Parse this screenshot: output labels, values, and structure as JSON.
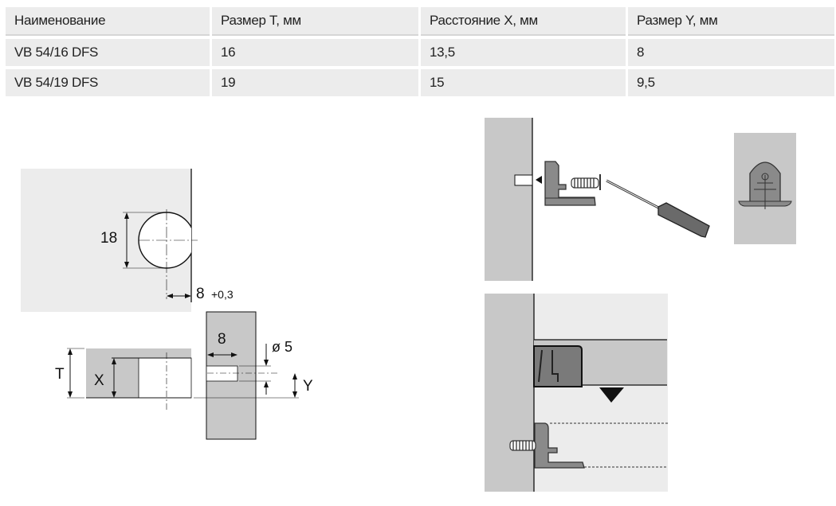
{
  "table": {
    "headers": [
      "Наименование",
      "Размер T, мм",
      "Расстояние X, мм",
      "Размер Y, мм"
    ],
    "rows": [
      [
        "VB 54/16 DFS",
        "16",
        "13,5",
        "8"
      ],
      [
        "VB 54/19 DFS",
        "19",
        "15",
        "9,5"
      ]
    ]
  },
  "drawing": {
    "diameter_label": "18",
    "edge_offset_label": "8",
    "edge_tolerance_label": "+0,3",
    "t_label": "T",
    "x_label": "X",
    "depth_label": "8",
    "hole_diameter_label": "ø 5",
    "y_label": "Y"
  },
  "colors": {
    "panel": "#c8c8c8",
    "light": "#ececec",
    "line": "#1a1a1a"
  }
}
